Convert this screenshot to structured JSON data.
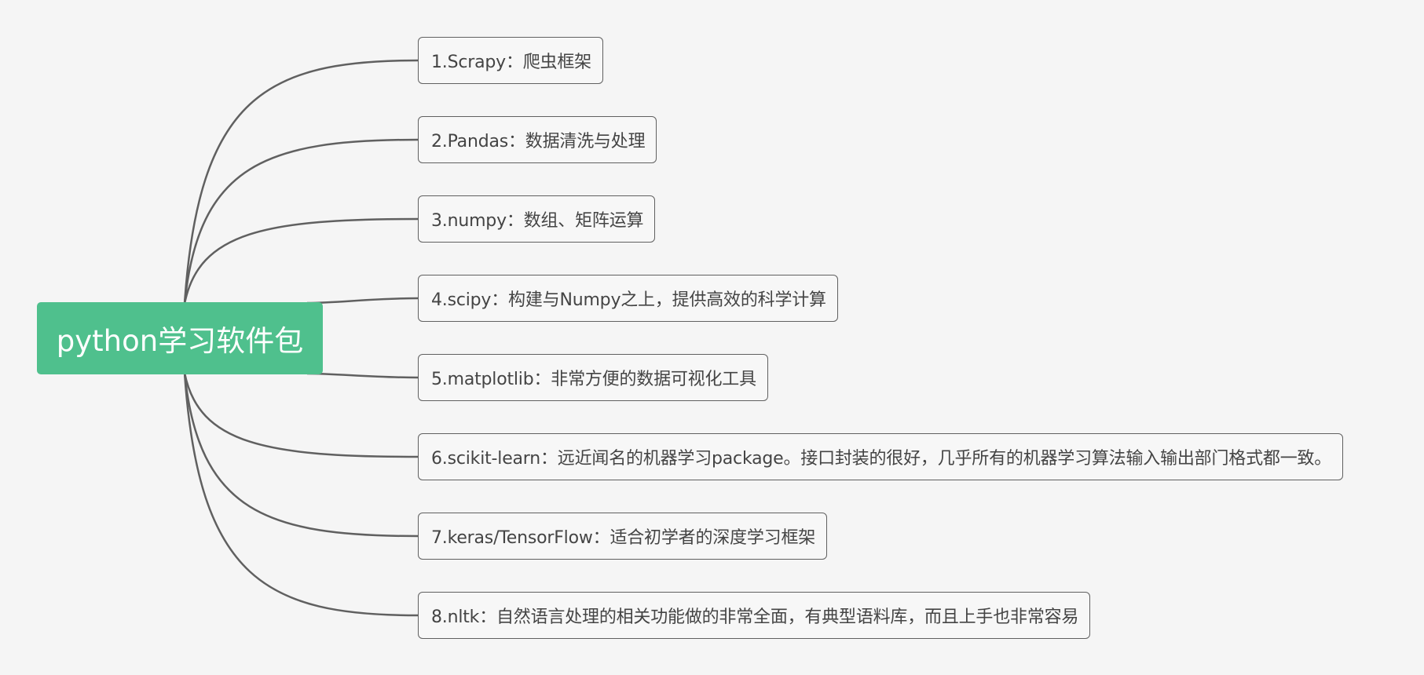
{
  "mindmap": {
    "root": {
      "label": "python学习软件包"
    },
    "branches": [
      {
        "label": "1.Scrapy：爬虫框架"
      },
      {
        "label": "2.Pandas：数据清洗与处理"
      },
      {
        "label": "3.numpy：数组、矩阵运算"
      },
      {
        "label": "4.scipy：构建与Numpy之上，提供高效的科学计算"
      },
      {
        "label": "5.matplotlib：非常方便的数据可视化工具"
      },
      {
        "label": "6.scikit-learn：远近闻名的机器学习package。接口封装的很好，几乎所有的机器学习算法输入输出部门格式都一致。"
      },
      {
        "label": "7.keras/TensorFlow：适合初学者的深度学习框架"
      },
      {
        "label": "8.nltk：自然语言处理的相关功能做的非常全面，有典型语料库，而且上手也非常容易"
      }
    ]
  },
  "colors": {
    "background": "#f5f5f5",
    "root_fill": "#4fc08d",
    "root_text": "#ffffff",
    "branch_border": "#606060",
    "branch_text": "#444444",
    "connector": "#606060"
  }
}
